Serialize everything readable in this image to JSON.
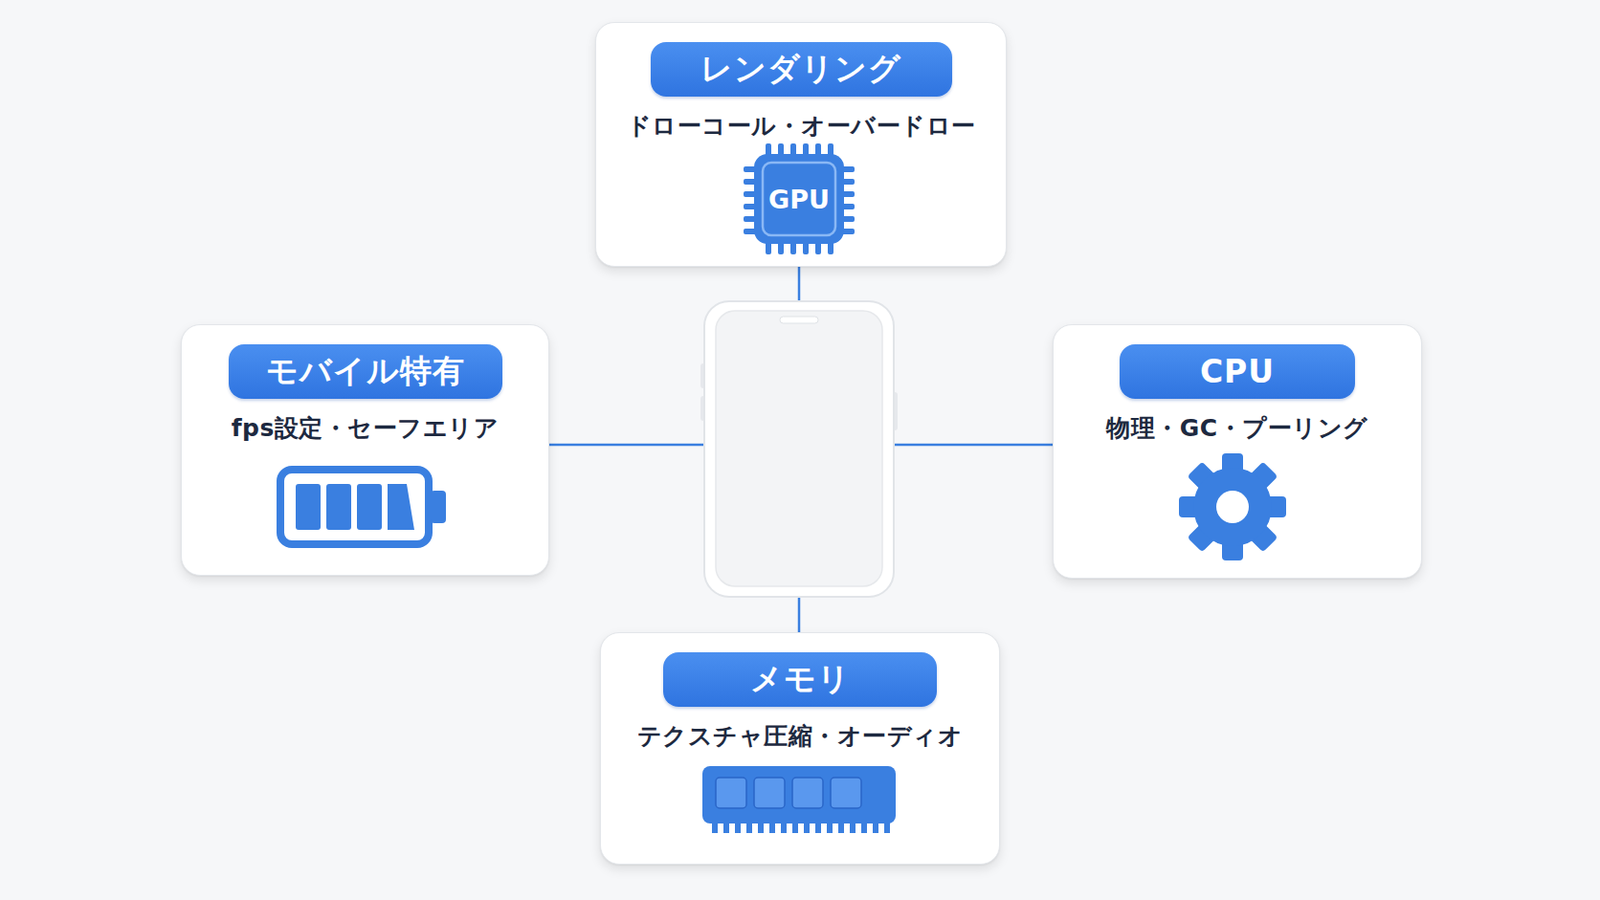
{
  "diagram": {
    "nodes": [
      {
        "text": [
          "レンダリング",
          "ドローコール・オーバードロー"
        ]
      },
      {
        "text": [
          "モバイル特有",
          "fps設定・セーフエリア"
        ]
      },
      {
        "text": [
          "CPU",
          "物理・GC・プーリング"
        ]
      },
      {
        "text": [
          "メモリ",
          "テクスチャ圧縮・オーディオ"
        ]
      }
    ],
    "labels": [
      "GPU"
    ]
  }
}
